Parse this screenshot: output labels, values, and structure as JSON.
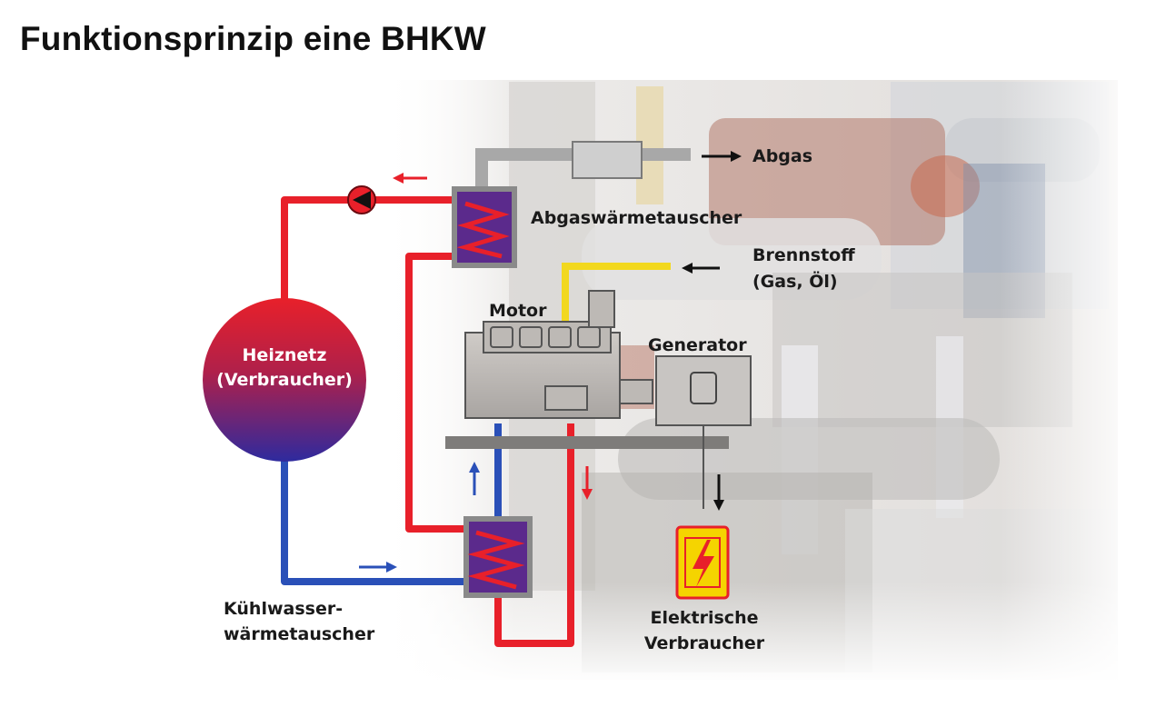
{
  "title": "Funktionsprinzip eine BHKW",
  "labels": {
    "abgas": "Abgas",
    "abgaswaermetauscher": "Abgaswärmetauscher",
    "brennstoff_line1": "Brennstoff",
    "brennstoff_line2": "(Gas, Öl)",
    "motor": "Motor",
    "generator": "Generator",
    "heiznetz_line1": "Heiznetz",
    "heiznetz_line2": "(Verbraucher)",
    "kuehlwasser_line1": "Kühlwasser-",
    "kuehlwasser_line2": "wärmetauscher",
    "elektrische_line1": "Elektrische",
    "elektrische_line2": "Verbraucher"
  },
  "colors": {
    "hot_pipe": "#e8202a",
    "cold_pipe": "#2a50b8",
    "fuel_pipe": "#f2d81e",
    "exhaust_pipe": "#a9a9a9",
    "heat_exchanger": "#5b2a8c",
    "sphere_top": "#e8202a",
    "sphere_bottom": "#3a2a9a",
    "electric_box": "#f5d400"
  },
  "icons": [
    "pump-icon",
    "lightning-icon",
    "flow-arrow-icon",
    "coil-icon"
  ]
}
